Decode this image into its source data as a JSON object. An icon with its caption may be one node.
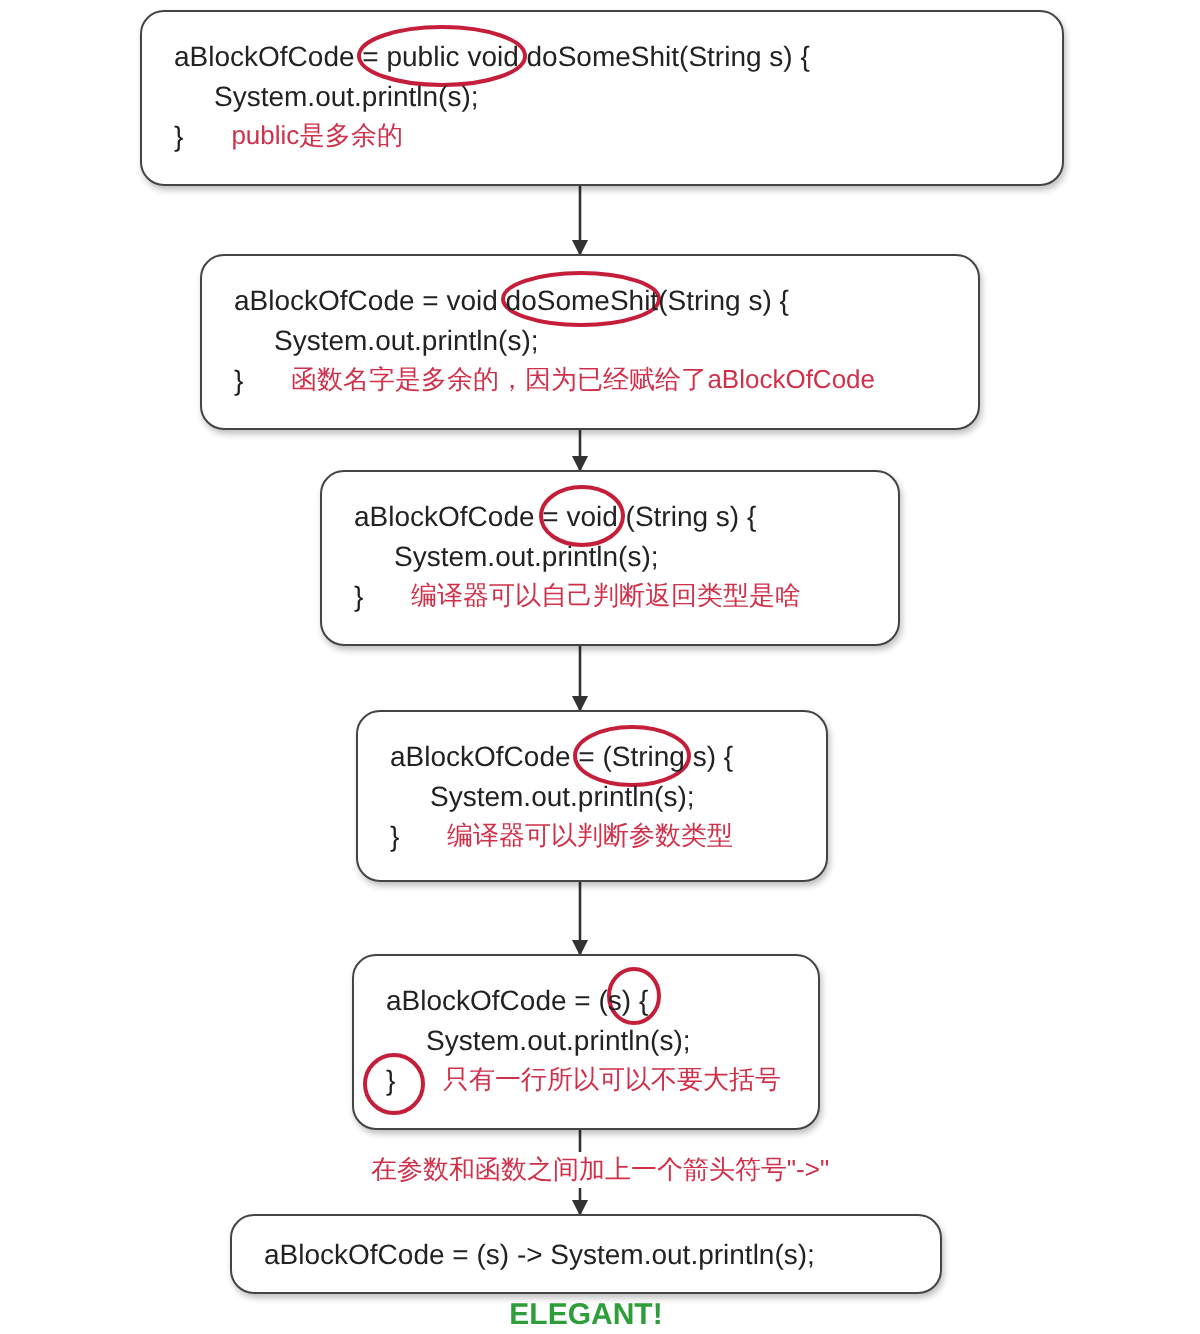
{
  "diagram": {
    "nodes": [
      {
        "text": [
          "aBlockOfCode = public void doSomeShit(String s) {",
          "System.out.println(s);",
          "}",
          "public是多余的"
        ]
      },
      {
        "text": [
          "aBlockOfCode = void doSomeShit(String s) {",
          "System.out.println(s);",
          "}",
          "函数名字是多余的，因为已经赋给了aBlockOfCode"
        ]
      },
      {
        "text": [
          "aBlockOfCode = void (String s) {",
          "System.out.println(s);",
          "}",
          "编译器可以自己判断返回类型是啥"
        ]
      },
      {
        "text": [
          "aBlockOfCode = (String s) {",
          "System.out.println(s);",
          "}",
          "编译器可以判断参数类型"
        ]
      },
      {
        "text": [
          "aBlockOfCode = (s) {",
          "System.out.println(s);",
          "}",
          "只有一行所以可以不要大括号"
        ]
      },
      {
        "text": [
          "aBlockOfCode = (s) -> System.out.println(s);"
        ],
        "beside": [
          "ELEGANT!"
        ]
      }
    ],
    "edges": [
      {
        "from": 0,
        "to": 1,
        "arrow": "to"
      },
      {
        "from": 1,
        "to": 2,
        "arrow": "to"
      },
      {
        "from": 2,
        "to": 3,
        "arrow": "to"
      },
      {
        "from": 3,
        "to": 4,
        "arrow": "to"
      },
      {
        "from": 4,
        "to": 5,
        "arrow": "to",
        "label": "在参数和函数之间加上一个箭头符号\"->\""
      }
    ]
  }
}
